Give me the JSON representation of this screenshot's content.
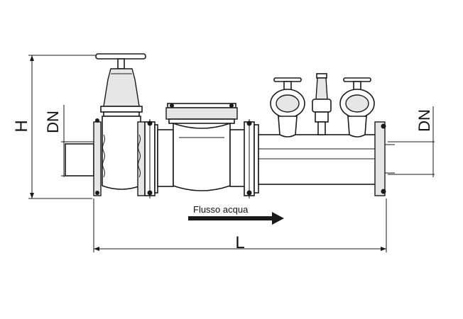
{
  "labels": {
    "height": "H",
    "dn_left": "DN",
    "dn_right": "DN",
    "length": "L",
    "flow": "Flusso acqua"
  },
  "colors": {
    "line": "#1a1a1a",
    "background": "#ffffff"
  },
  "icons": {
    "flow_arrow": "right-arrow-icon",
    "gate_valve": "gate-valve-icon",
    "strainer": "strainer-icon",
    "hydrant_outlet": "hydrant-outlet-icon",
    "pressure_reducer": "pressure-reducer-icon"
  }
}
